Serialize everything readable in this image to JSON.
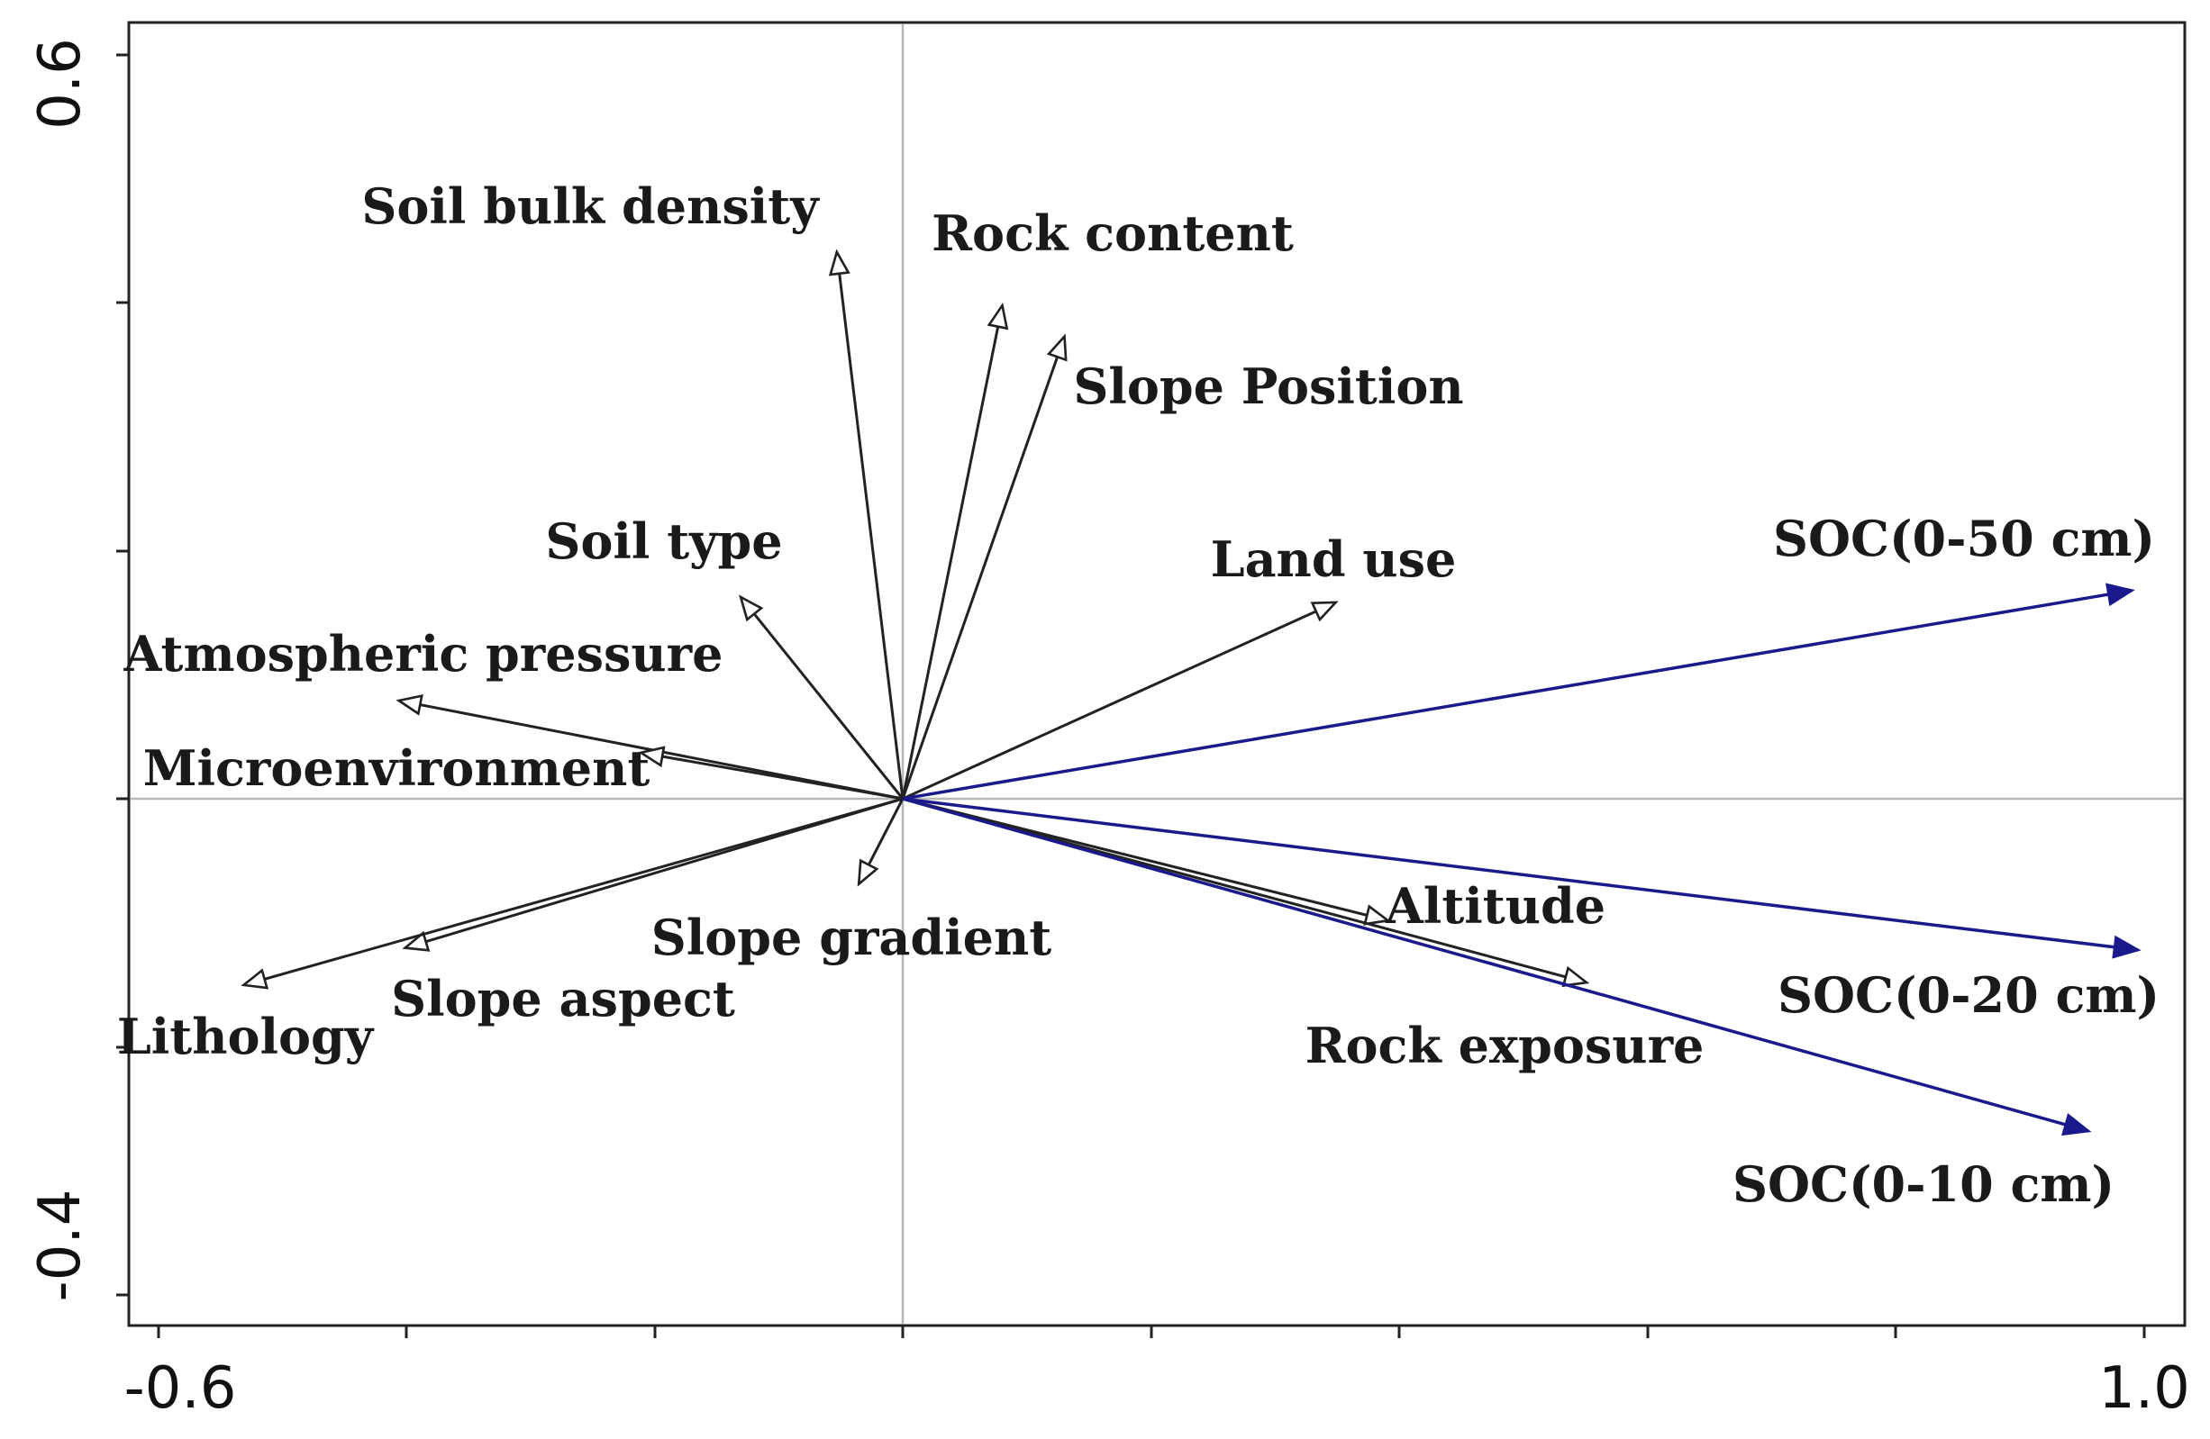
{
  "chart_data": {
    "type": "biplot",
    "title": "",
    "xlabel": "",
    "ylabel": "",
    "xlim": [
      -0.6,
      1.0
    ],
    "ylim": [
      -0.4,
      0.6
    ],
    "x_tick_labels": [
      "-0.6",
      "1.0"
    ],
    "y_tick_labels": [
      "0.6",
      "-0.4"
    ],
    "grid": false,
    "origin_lines": true,
    "colors": {
      "explanatory": "#222222",
      "response": "#1a1a8c",
      "axis_cross": "#b8b8b8"
    },
    "response_vectors": [
      {
        "name": "SOC(0-50 cm)",
        "x": 0.99,
        "y": 0.168
      },
      {
        "name": "SOC(0-20 cm)",
        "x": 0.995,
        "y": -0.122
      },
      {
        "name": "SOC(0-10 cm)",
        "x": 0.955,
        "y": -0.268
      }
    ],
    "explanatory_vectors": [
      {
        "name": "Soil bulk density",
        "x": -0.053,
        "y": 0.44
      },
      {
        "name": "Rock content",
        "x": 0.08,
        "y": 0.397
      },
      {
        "name": "Slope Position",
        "x": 0.13,
        "y": 0.372
      },
      {
        "name": "Land use",
        "x": 0.348,
        "y": 0.158
      },
      {
        "name": "Soil type",
        "x": -0.13,
        "y": 0.162
      },
      {
        "name": "Atmospheric pressure",
        "x": -0.405,
        "y": 0.079
      },
      {
        "name": "Microenvironment",
        "x": -0.21,
        "y": 0.037
      },
      {
        "name": "Slope gradient",
        "x": -0.035,
        "y": -0.068
      },
      {
        "name": "Slope aspect",
        "x": -0.4,
        "y": -0.12
      },
      {
        "name": "Lithology",
        "x": -0.53,
        "y": -0.15
      },
      {
        "name": "Altitude",
        "x": 0.39,
        "y": -0.098
      },
      {
        "name": "Rock exposure",
        "x": 0.55,
        "y": -0.148
      }
    ]
  }
}
